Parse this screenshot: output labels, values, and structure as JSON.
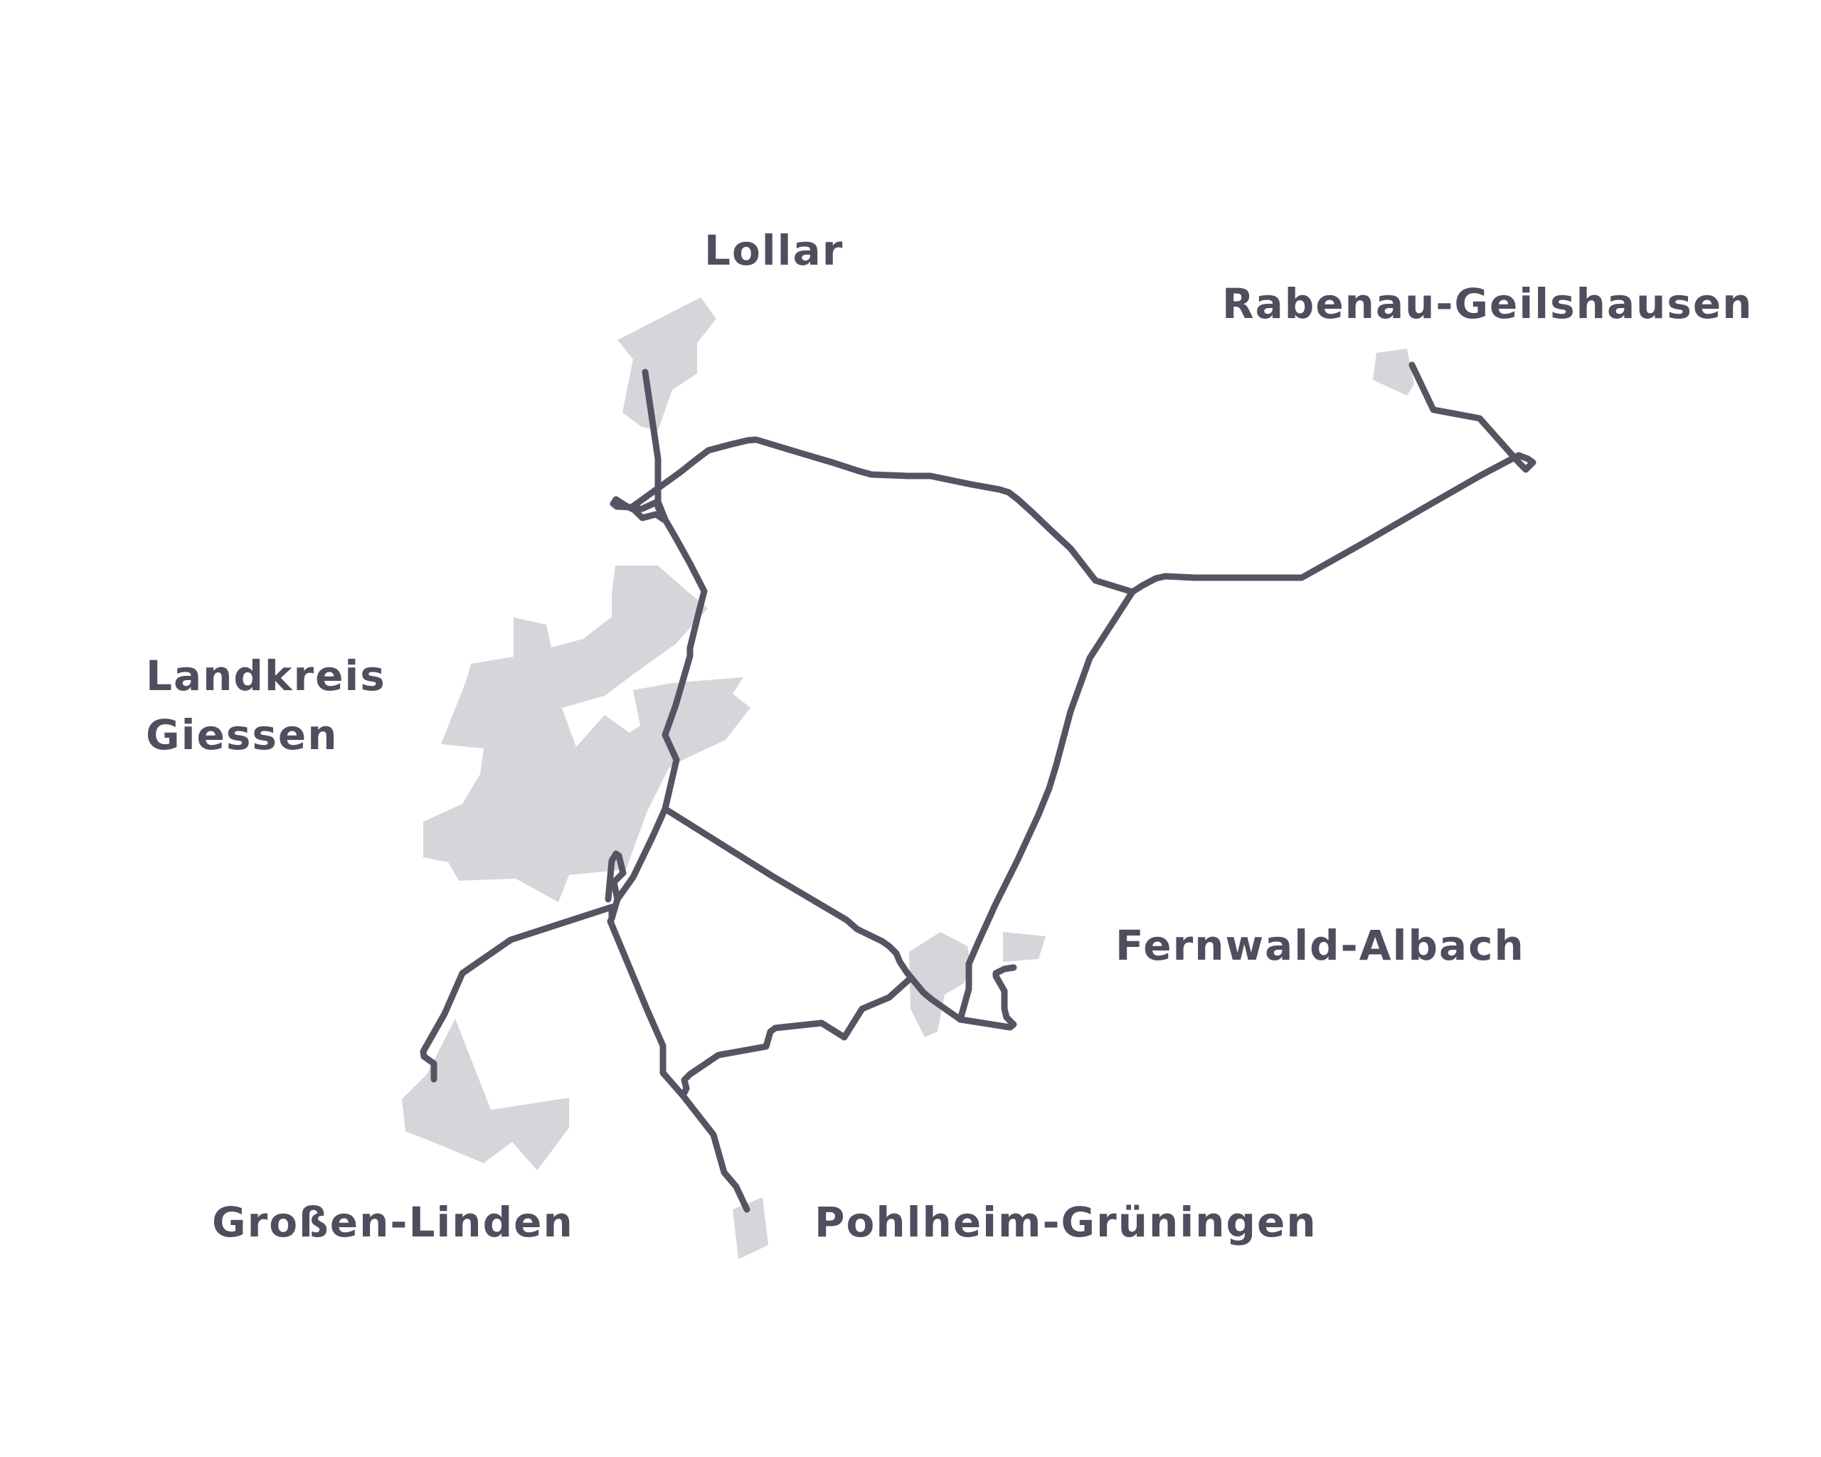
{
  "colors": {
    "background": "#ffffff",
    "settlement_fill": "#d6d5da",
    "route_line": "#555463",
    "label_text": "#4f4e5e"
  },
  "labels": {
    "lollar": "Lollar",
    "rabenau": "Rabenau-Geilshausen",
    "landkreis_line1": "Landkreis",
    "landkreis_line2": "Giessen",
    "fernwald": "Fernwald-Albach",
    "grossen_linden": "Großen-Linden",
    "pohlheim": "Pohlheim-Grüningen"
  }
}
